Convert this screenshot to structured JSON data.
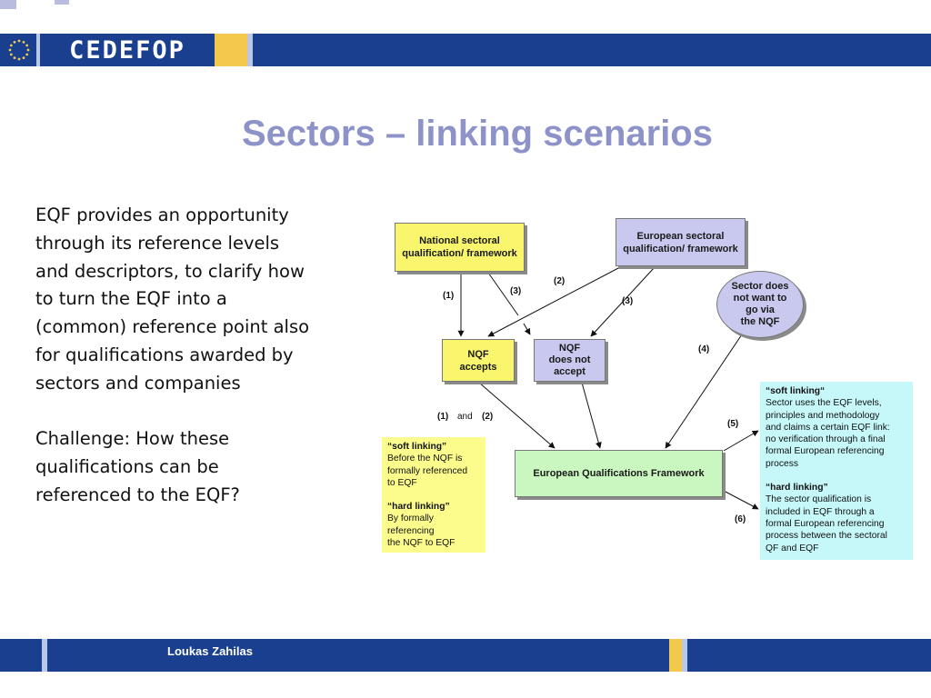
{
  "header": {
    "logo_text": "CEDEFOP",
    "flag_icon": "eu-flag-icon",
    "colors": {
      "band": "#1a3f8f",
      "accent": "#f2c94c"
    }
  },
  "slide": {
    "title": "Sectors – linking scenarios",
    "paragraph_1": "EQF provides an opportunity through its reference levels and descriptors, to clarify how to turn the EQF into a (common) reference point also for qualifications awarded by sectors and companies",
    "paragraph_2": "Challenge: How these qualifications can be referenced to the EQF?"
  },
  "diagram": {
    "national_framework": {
      "line1": "National sectoral",
      "line2": "qualification/ framework"
    },
    "european_sectoral": {
      "line1": "European sectoral",
      "line2": "qualification/ framework"
    },
    "sector_not_nqf": {
      "line1": "Sector does",
      "line2": "not want to",
      "line3": "go via",
      "line4": "the NQF"
    },
    "nqf_accepts": {
      "line1": "NQF",
      "line2": "accepts"
    },
    "nqf_not_accept": {
      "line1": "NQF",
      "line2": "does not",
      "line3": "accept"
    },
    "eqf": {
      "label": "European Qualifications Framework"
    },
    "labels": {
      "l1": "(1)",
      "l3a": "(3)",
      "l2": "(2)",
      "l3b": "(3)",
      "l4": "(4)",
      "l1b": "(1)",
      "and": "and",
      "l2b": "(2)",
      "l5": "(5)",
      "l6": "(6)"
    },
    "note_left": {
      "soft_title": "“soft linking”",
      "soft_l1": "Before the NQF is",
      "soft_l2": "formally referenced",
      "soft_l3": "to EQF",
      "hard_title": "“hard linking”",
      "hard_l1": "By formally",
      "hard_l2": "referencing",
      "hard_l3": "the NQF to EQF"
    },
    "note_right": {
      "soft_title": "“soft linking“",
      "soft_l1": "Sector uses the EQF levels,",
      "soft_l2": "principles and methodology",
      "soft_l3": "and claims a certain EQF link:",
      "soft_l4": "no verification through a final",
      "soft_l5": "formal European referencing",
      "soft_l6": "process",
      "hard_title": "“hard linking”",
      "hard_l1": "The sector qualification is",
      "hard_l2": "included in EQF through a",
      "hard_l3": "formal European referencing",
      "hard_l4": "process between the sectoral",
      "hard_l5": "QF and EQF"
    },
    "colors": {
      "yellow": "#f9f56d",
      "lavender": "#c9c9ef",
      "green": "#c9f7bf",
      "cyan": "#c6f7f9",
      "note_yellow": "#fcfc8c"
    }
  },
  "footer": {
    "author": "Loukas Zahilas"
  }
}
